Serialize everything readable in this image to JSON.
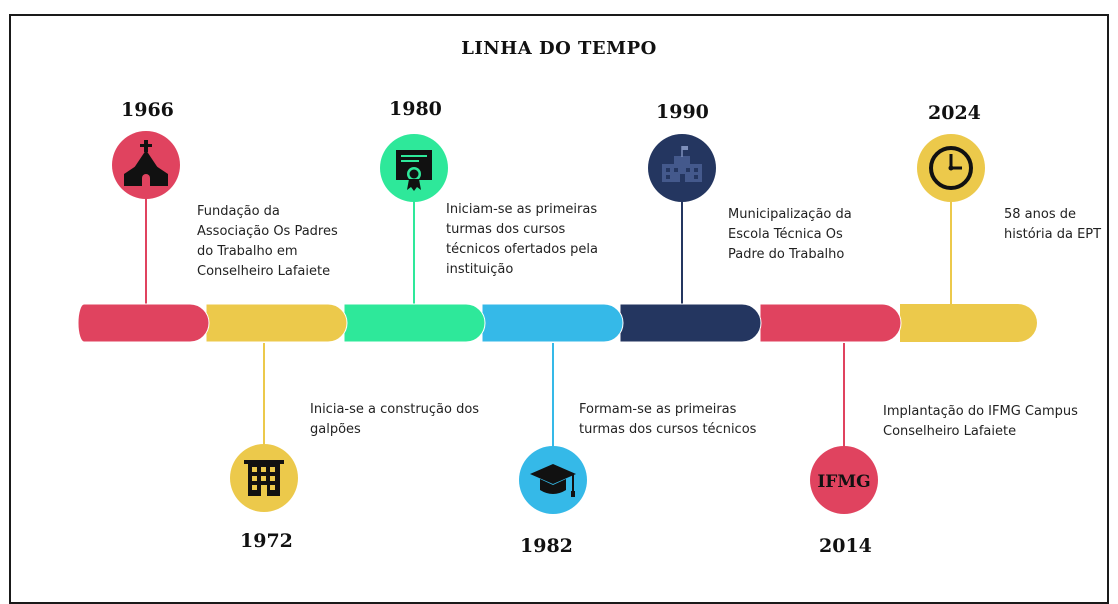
{
  "title": "LINHA DO TEMPO",
  "events": [
    {
      "year": "1966",
      "text": [
        "Fundação da",
        "Associação Os Padres",
        "do Trabalho em",
        "Conselheiro Lafaiete"
      ],
      "color": "#e0435f",
      "icon": "church-icon"
    },
    {
      "year": "1972",
      "text": [
        "Inicia-se a construção dos",
        "galpões"
      ],
      "color": "#ecc94b",
      "icon": "building-icon"
    },
    {
      "year": "1980",
      "text": [
        "Iniciam-se as primeiras",
        "turmas dos cursos",
        "técnicos ofertados pela",
        "instituição"
      ],
      "color": "#2ee89a",
      "icon": "certificate-icon"
    },
    {
      "year": "1982",
      "text": [
        "Formam-se as primeiras",
        "turmas dos cursos técnicos"
      ],
      "color": "#35b9e8",
      "icon": "graduation-cap-icon"
    },
    {
      "year": "1990",
      "text": [
        "Municipalização da",
        "Escola Técnica Os",
        "Padre do Trabalho"
      ],
      "color": "#243660",
      "icon": "school-building-icon"
    },
    {
      "year": "2014",
      "text": [
        "Implantação do IFMG Campus",
        "Conselheiro Lafaiete"
      ],
      "color": "#e0435f",
      "icon": "ifmg-logo-icon",
      "logo_text": "IFMG"
    },
    {
      "year": "2024",
      "text": [
        "58 anos de",
        "história da EPT"
      ],
      "color": "#ecc94b",
      "icon": "clock-icon"
    }
  ]
}
